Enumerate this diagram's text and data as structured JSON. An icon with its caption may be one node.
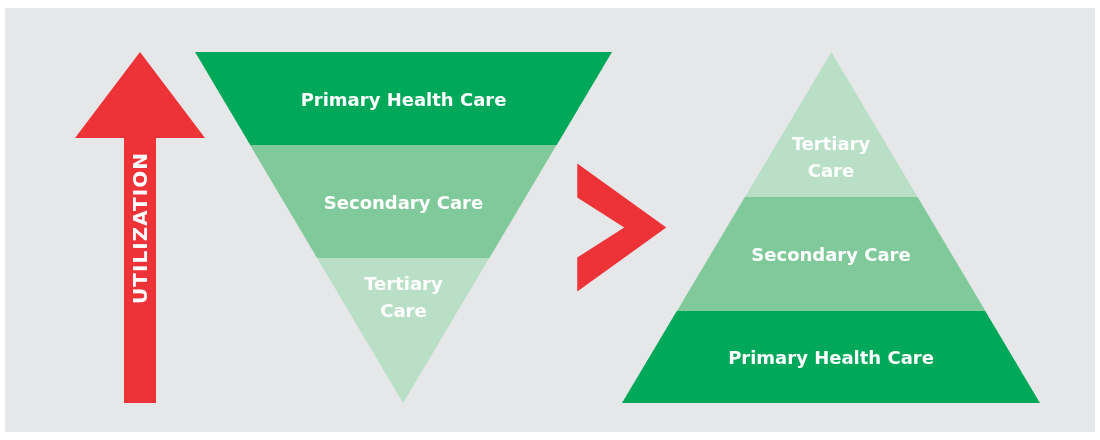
{
  "diagram": {
    "nodes": [
      {
        "text": [],
        "shape": "triangle"
      },
      {
        "text": [
          "Primary Health Care"
        ],
        "in": 0
      },
      {
        "text": [
          "Secondary Care"
        ],
        "in": 0
      },
      {
        "text": [
          "Tertiary Care"
        ],
        "in": 0
      },
      {
        "text": [],
        "shape": "triangle"
      },
      {
        "text": [
          "Tertiary Care"
        ],
        "in": 4
      },
      {
        "text": [
          "Secondary Care"
        ],
        "in": 4
      },
      {
        "text": [
          "Primary Health Care"
        ],
        "in": 4
      }
    ],
    "edges": [
      {
        "from": 0,
        "to": 4,
        "arrow": "to"
      }
    ],
    "labels": [
      "UTILIZATION"
    ]
  }
}
